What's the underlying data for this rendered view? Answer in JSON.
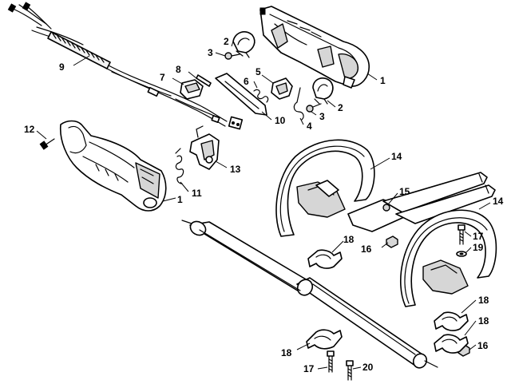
{
  "diagram": {
    "callouts": [
      {
        "id": "c1a",
        "text": "1"
      },
      {
        "id": "c1b",
        "text": "1"
      },
      {
        "id": "c2a",
        "text": "2"
      },
      {
        "id": "c2b",
        "text": "2"
      },
      {
        "id": "c3a",
        "text": "3"
      },
      {
        "id": "c3b",
        "text": "3"
      },
      {
        "id": "c4",
        "text": "4"
      },
      {
        "id": "c5",
        "text": "5"
      },
      {
        "id": "c6",
        "text": "6"
      },
      {
        "id": "c7",
        "text": "7"
      },
      {
        "id": "c8",
        "text": "8"
      },
      {
        "id": "c9",
        "text": "9"
      },
      {
        "id": "c10",
        "text": "10"
      },
      {
        "id": "c11",
        "text": "11"
      },
      {
        "id": "c12",
        "text": "12"
      },
      {
        "id": "c13",
        "text": "13"
      },
      {
        "id": "c14a",
        "text": "14"
      },
      {
        "id": "c14b",
        "text": "14"
      },
      {
        "id": "c15",
        "text": "15"
      },
      {
        "id": "c16a",
        "text": "16"
      },
      {
        "id": "c16b",
        "text": "16"
      },
      {
        "id": "c17a",
        "text": "17"
      },
      {
        "id": "c17b",
        "text": "17"
      },
      {
        "id": "c18a",
        "text": "18"
      },
      {
        "id": "c18b",
        "text": "18"
      },
      {
        "id": "c18c",
        "text": "18"
      },
      {
        "id": "c18d",
        "text": "18"
      },
      {
        "id": "c19",
        "text": "19"
      },
      {
        "id": "c20",
        "text": "20"
      }
    ]
  }
}
